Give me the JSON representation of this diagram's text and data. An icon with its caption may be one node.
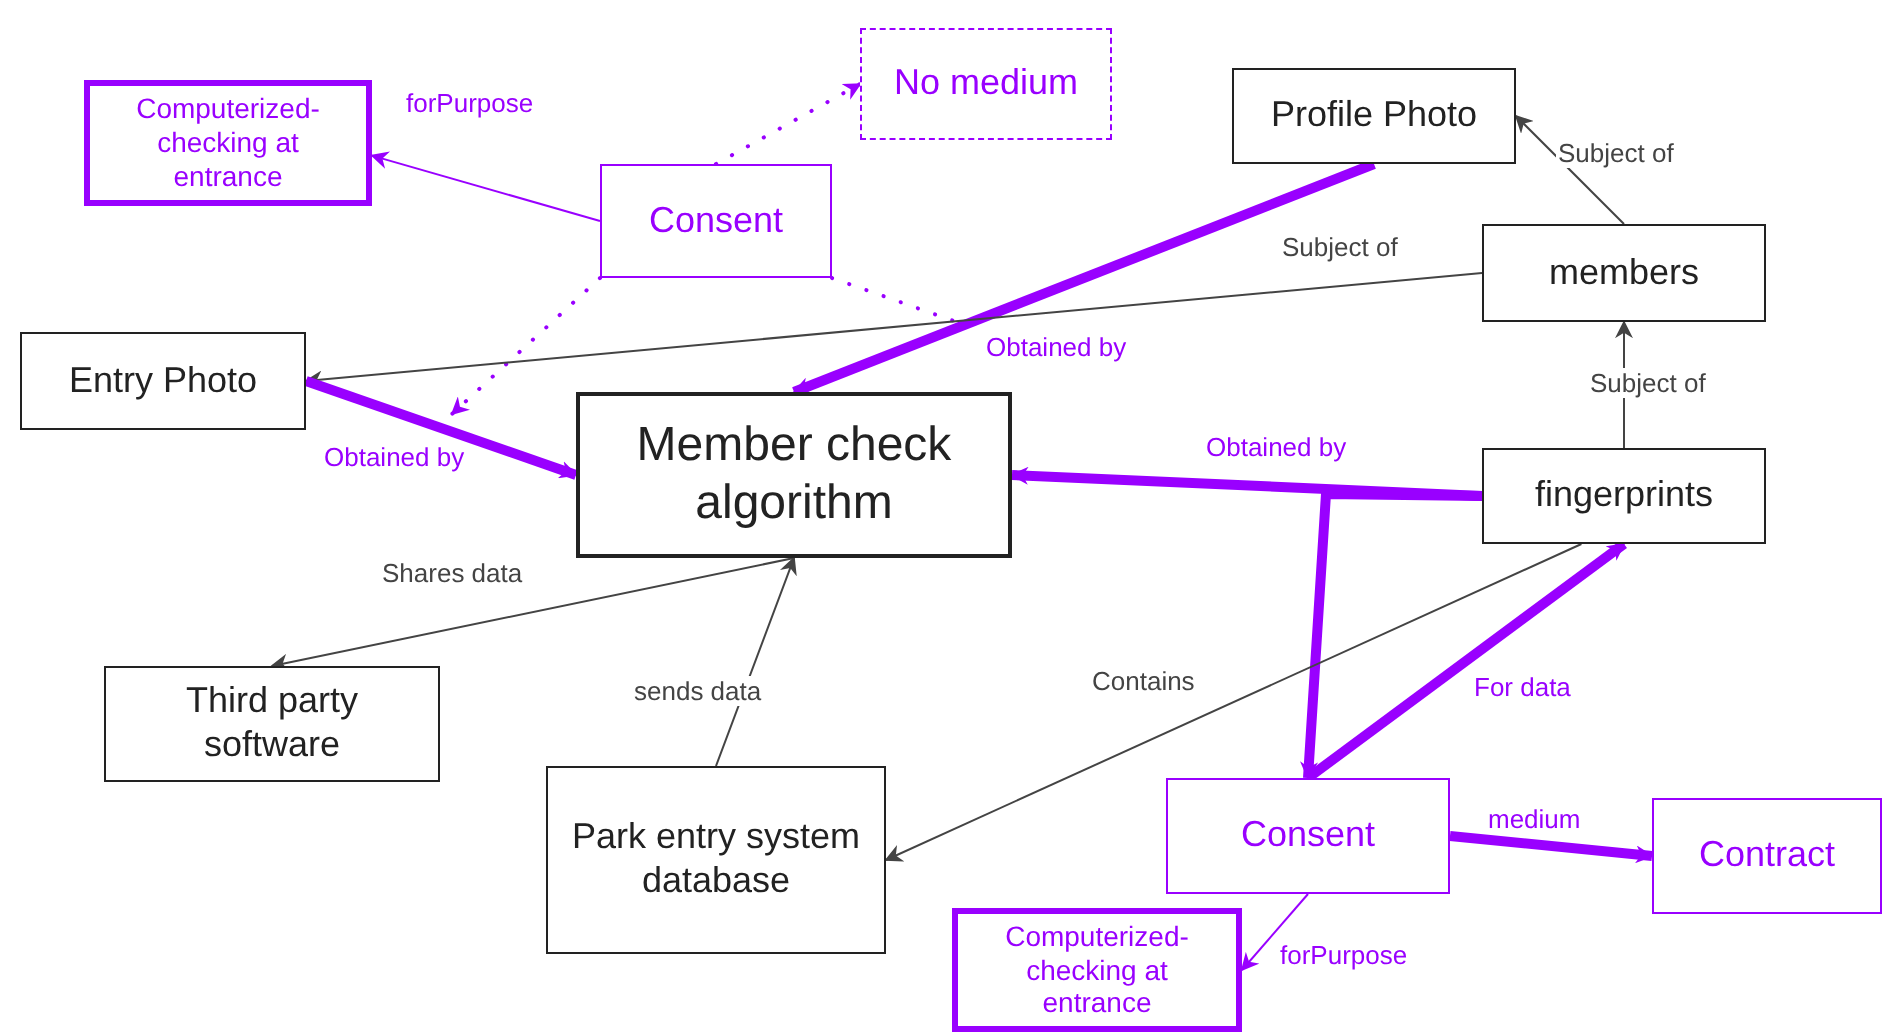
{
  "diagram": {
    "nodes": [
      {
        "text": [
          "Computerized-checking at entrance"
        ]
      },
      {
        "text": [
          "No medium"
        ]
      },
      {
        "text": [
          "Consent"
        ]
      },
      {
        "text": [
          "Profile Photo"
        ]
      },
      {
        "text": [
          "members"
        ]
      },
      {
        "text": [
          "Entry Photo"
        ]
      },
      {
        "text": [
          "Member check algorithm"
        ]
      },
      {
        "text": [
          "fingerprints"
        ]
      },
      {
        "text": [
          "Third party software"
        ]
      },
      {
        "text": [
          "Park entry system database"
        ]
      },
      {
        "text": [
          "Consent"
        ]
      },
      {
        "text": [
          "Contract"
        ]
      },
      {
        "text": [
          "Computerized-checking at entrance"
        ]
      }
    ],
    "edges": [
      {
        "from": 2,
        "to": 0,
        "arrow": "to",
        "label": "forPurpose"
      },
      {
        "from": 2,
        "to": 1,
        "arrow": "to",
        "style": "dashed"
      },
      {
        "from": 2,
        "to": null,
        "arrow": "to",
        "style": "dashed"
      },
      {
        "from": 2,
        "to": null,
        "arrow": "none",
        "style": "dashed"
      },
      {
        "from": 3,
        "to": 6,
        "arrow": "to",
        "style": "thick",
        "label": "Obtained by"
      },
      {
        "from": 4,
        "to": 5,
        "arrow": "to",
        "label": "Subject of",
        "color": "#444444"
      },
      {
        "from": 4,
        "to": 3,
        "arrow": "to",
        "label": "Subject of",
        "color": "#444444"
      },
      {
        "from": 7,
        "to": 4,
        "arrow": "to",
        "label": "Subject of",
        "color": "#444444"
      },
      {
        "from": 5,
        "to": 6,
        "arrow": "to",
        "style": "thick",
        "label": "Obtained by"
      },
      {
        "from": 7,
        "to": 6,
        "arrow": "to",
        "style": "thick",
        "label": "Obtained by"
      },
      {
        "from": 7,
        "to": 10,
        "arrow": "to",
        "style": "thick"
      },
      {
        "from": 10,
        "to": 7,
        "arrow": "to",
        "style": "thick",
        "label": "For data"
      },
      {
        "from": 6,
        "to": 8,
        "arrow": "to",
        "label": "Shares data",
        "color": "#444444"
      },
      {
        "from": 9,
        "to": 6,
        "arrow": "to",
        "label": "sends data",
        "color": "#444444"
      },
      {
        "from": 7,
        "to": 9,
        "arrow": "to",
        "label": "Contains",
        "color": "#444444"
      },
      {
        "from": 10,
        "to": 11,
        "arrow": "to",
        "style": "thick",
        "label": "medium"
      },
      {
        "from": 10,
        "to": 12,
        "arrow": "to",
        "label": "forPurpose"
      }
    ]
  }
}
